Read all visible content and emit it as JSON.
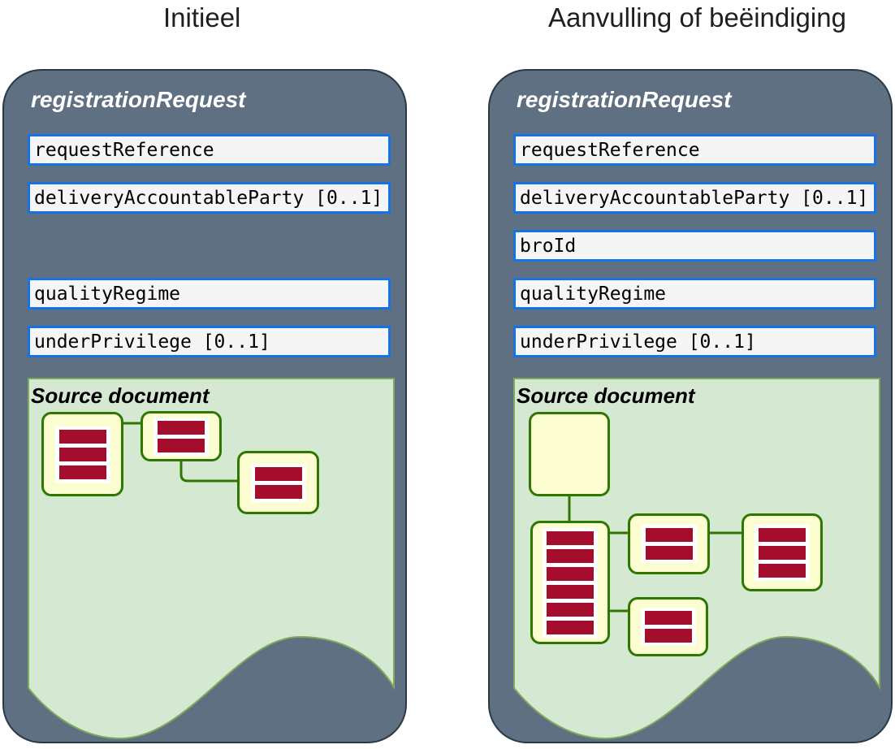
{
  "columns": [
    {
      "title": "Initieel",
      "panel": {
        "header": "registrationRequest",
        "fields": [
          {
            "label": "requestReference"
          },
          {
            "label": "deliveryAccountableParty [0..1]"
          },
          {
            "label": "qualityRegime"
          },
          {
            "label": "underPrivilege [0..1]"
          }
        ],
        "source_document": {
          "label": "Source document",
          "nodes": [
            {
              "id": "root",
              "bars": 3
            },
            {
              "id": "child-1",
              "bars": 2
            },
            {
              "id": "child-2",
              "bars": 2
            }
          ]
        }
      }
    },
    {
      "title": "Aanvulling of beëindiging",
      "panel": {
        "header": "registrationRequest",
        "fields": [
          {
            "label": "requestReference"
          },
          {
            "label": "deliveryAccountableParty [0..1]"
          },
          {
            "label": "broId"
          },
          {
            "label": "qualityRegime"
          },
          {
            "label": "underPrivilege [0..1]"
          }
        ],
        "source_document": {
          "label": "Source document",
          "nodes": [
            {
              "id": "root-empty",
              "bars": 0
            },
            {
              "id": "child-tall",
              "bars": 6
            },
            {
              "id": "child-mid-top",
              "bars": 2
            },
            {
              "id": "child-right",
              "bars": 3
            },
            {
              "id": "child-mid-bottom",
              "bars": 2
            }
          ]
        }
      }
    }
  ],
  "colors": {
    "panel_fill": "#5e7081",
    "panel_border": "#2b3947",
    "field_fill": "#f5f5f5",
    "field_border": "#1573e6",
    "green_fill": "#d5e8d2",
    "green_border": "#7fa95c",
    "node_fill": "#fdfdd2",
    "node_border": "#2e7700",
    "bar_red": "#a50d2d",
    "header_text": "#ffffff",
    "title_text": "#1f1f1f"
  }
}
